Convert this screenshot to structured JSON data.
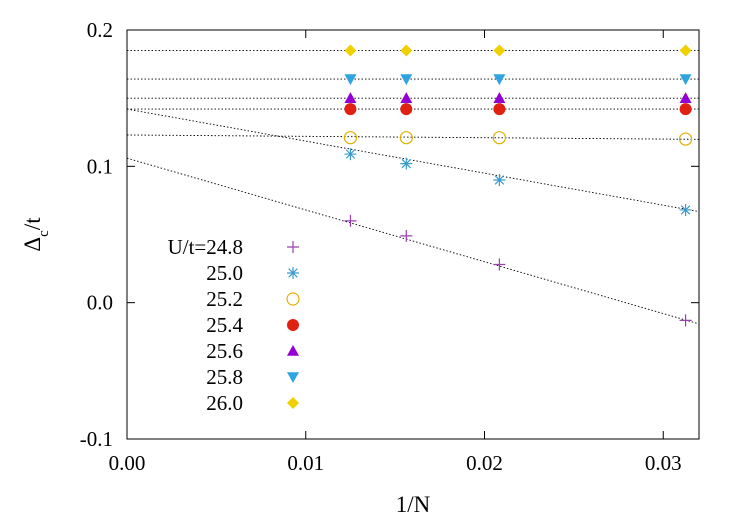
{
  "chart_data": {
    "type": "scatter",
    "xlabel": "1/N",
    "ylabel_main": "Δ",
    "ylabel_sub": "c",
    "ylabel_tail": "/t",
    "xlim": [
      0.0,
      0.032
    ],
    "ylim": [
      -0.1,
      0.2
    ],
    "xticks": [
      0.0,
      0.01,
      0.02,
      0.03
    ],
    "xtick_labels": [
      "0.00",
      "0.01",
      "0.02",
      "0.03"
    ],
    "yticks": [
      -0.1,
      0.0,
      0.1,
      0.2
    ],
    "ytick_labels": [
      "-0.1",
      "0.0",
      "0.1",
      "0.2"
    ],
    "grid": false,
    "legend_position": "left",
    "x": [
      0.0125,
      0.015625,
      0.020833,
      0.03125
    ],
    "series": [
      {
        "name": "U/t=24.8",
        "marker": "plus",
        "color": "#9b3fb5",
        "values": [
          0.06,
          0.049,
          0.028,
          -0.013
        ],
        "fit": [
          0.106,
          -3.8
        ]
      },
      {
        "name": "25.0",
        "marker": "asterisk",
        "color": "#3a9ccc",
        "values": [
          0.109,
          0.102,
          0.09,
          0.068
        ],
        "fit": [
          0.142,
          -2.35
        ]
      },
      {
        "name": "25.2",
        "marker": "open-circle",
        "color": "#e0b000",
        "values": [
          0.121,
          0.121,
          0.121,
          0.12
        ],
        "fit": [
          0.123,
          -0.1
        ]
      },
      {
        "name": "25.4",
        "marker": "filled-circle",
        "color": "#e02010",
        "values": [
          0.142,
          0.142,
          0.142,
          0.142
        ],
        "fit": [
          0.142,
          0.0
        ]
      },
      {
        "name": "25.6",
        "marker": "triangle-up",
        "color": "#9400d3",
        "values": [
          0.15,
          0.15,
          0.15,
          0.15
        ],
        "fit": [
          0.15,
          0.0
        ]
      },
      {
        "name": "25.8",
        "marker": "triangle-down",
        "color": "#2fa4e0",
        "values": [
          0.164,
          0.164,
          0.164,
          0.164
        ],
        "fit": [
          0.164,
          0.0
        ]
      },
      {
        "name": "26.0",
        "marker": "diamond",
        "color": "#f0d000",
        "values": [
          0.185,
          0.185,
          0.185,
          0.185
        ],
        "fit": [
          0.185,
          0.0
        ]
      }
    ]
  }
}
